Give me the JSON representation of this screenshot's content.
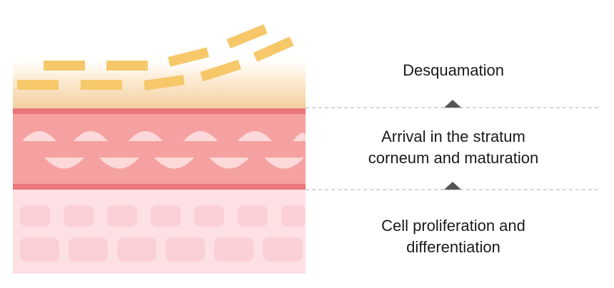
{
  "stages": [
    {
      "lines": [
        "Desquamation"
      ]
    },
    {
      "lines": [
        "Arrival in the stratum",
        "corneum and maturation"
      ]
    },
    {
      "lines": [
        "Cell proliferation and",
        "differentiation"
      ]
    }
  ],
  "colors": {
    "flake": "#f6c86a",
    "top_layer_fade": "#f3cf9d",
    "middle_band": "#f6a1a1",
    "middle_border": "#e9777b",
    "middle_cell": "#fdd9d9",
    "bottom_layer": "#fde0e4",
    "bottom_cell": "#fbcfd6",
    "arrow": "#555555",
    "divider": "#c8c8c8"
  }
}
